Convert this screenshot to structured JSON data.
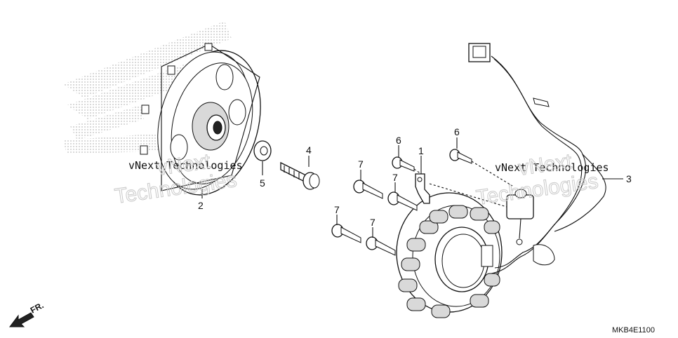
{
  "watermark": {
    "brand_line": "vNext Technologies",
    "ghost_line": "Technologies",
    "ghost_prefix": "vNext"
  },
  "callouts": [
    {
      "id": "c1",
      "label": "1"
    },
    {
      "id": "c2",
      "label": "2"
    },
    {
      "id": "c3",
      "label": "3"
    },
    {
      "id": "c4",
      "label": "4"
    },
    {
      "id": "c5",
      "label": "5"
    },
    {
      "id": "c6a",
      "label": "6"
    },
    {
      "id": "c6b",
      "label": "6"
    },
    {
      "id": "c7a",
      "label": "7"
    },
    {
      "id": "c7b",
      "label": "7"
    },
    {
      "id": "c7c",
      "label": "7"
    },
    {
      "id": "c7d",
      "label": "7"
    }
  ],
  "front_marker": "FR.",
  "diagram_code": "MKB4E1100",
  "colors": {
    "ink": "#111111",
    "background": "#ffffff",
    "watermark_logo": "#cfcfcf"
  }
}
